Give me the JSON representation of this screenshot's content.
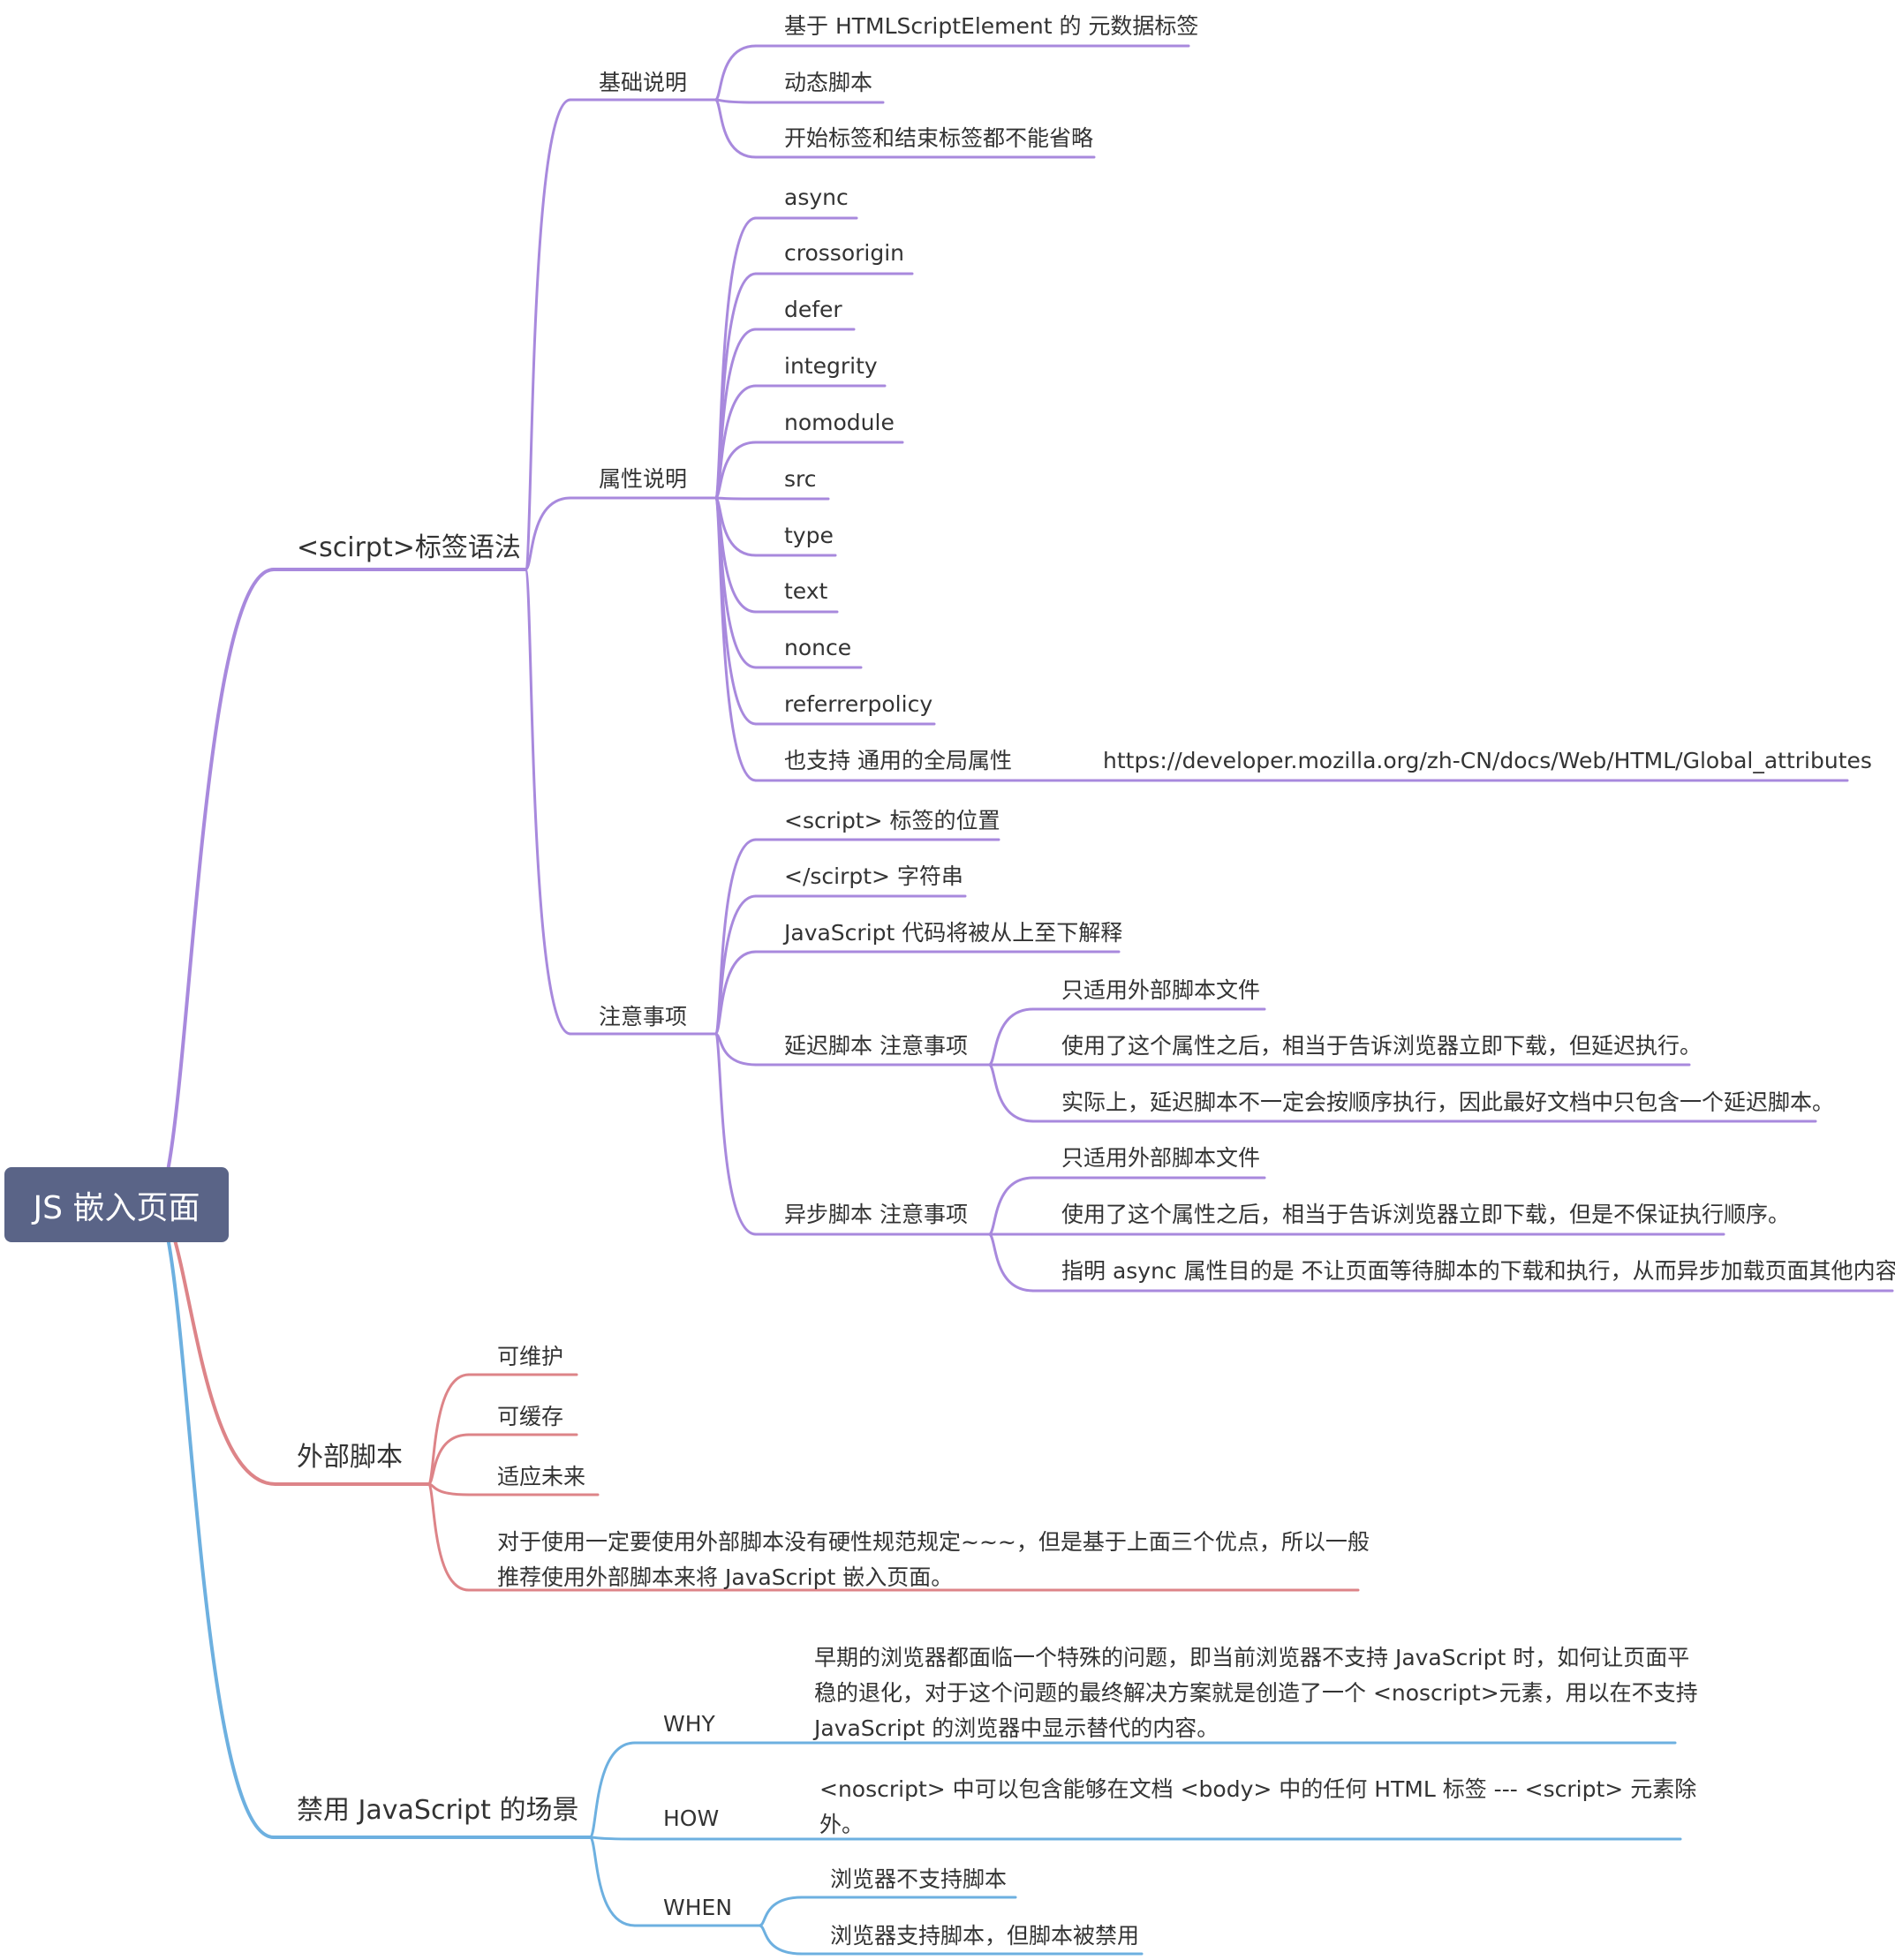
{
  "root": "JS 嵌入页面",
  "colors": {
    "purple": "#a889dd",
    "red": "#dd8488",
    "blue": "#6db0e0",
    "root_bg": "#5a6487"
  },
  "branches": [
    {
      "label": "<scirpt>标签语法",
      "color": "purple",
      "children": [
        {
          "label": "基础说明",
          "children": [
            {
              "label": "基于 HTMLScriptElement 的 元数据标签"
            },
            {
              "label": "动态脚本"
            },
            {
              "label": "开始标签和结束标签都不能省略"
            }
          ]
        },
        {
          "label": "属性说明",
          "children": [
            {
              "label": "async"
            },
            {
              "label": "crossorigin"
            },
            {
              "label": "defer"
            },
            {
              "label": "integrity"
            },
            {
              "label": "nomodule"
            },
            {
              "label": "src"
            },
            {
              "label": "type"
            },
            {
              "label": "text"
            },
            {
              "label": "nonce"
            },
            {
              "label": "referrerpolicy"
            },
            {
              "label": "也支持 通用的全局属性",
              "children": [
                {
                  "label": "https://developer.mozilla.org/zh-CN/docs/Web/HTML/Global_attributes"
                }
              ]
            }
          ]
        },
        {
          "label": "注意事项",
          "children": [
            {
              "label": "<script> 标签的位置"
            },
            {
              "label": "</scirpt> 字符串"
            },
            {
              "label": "JavaScript 代码将被从上至下解释"
            },
            {
              "label": "延迟脚本 注意事项",
              "children": [
                {
                  "label": "只适用外部脚本文件"
                },
                {
                  "label": "使用了这个属性之后，相当于告诉浏览器立即下载，但延迟执行。"
                },
                {
                  "label": "实际上，延迟脚本不一定会按顺序执行，因此最好文档中只包含一个延迟脚本。"
                }
              ]
            },
            {
              "label": "异步脚本 注意事项",
              "children": [
                {
                  "label": "只适用外部脚本文件"
                },
                {
                  "label": "使用了这个属性之后，相当于告诉浏览器立即下载，但是不保证执行顺序。"
                },
                {
                  "label": "指明 async 属性目的是 不让页面等待脚本的下载和执行，从而异步加载页面其他内容。"
                }
              ]
            }
          ]
        }
      ]
    },
    {
      "label": "外部脚本",
      "color": "red",
      "children": [
        {
          "label": "可维护"
        },
        {
          "label": "可缓存"
        },
        {
          "label": "适应未来"
        },
        {
          "label": "对于使用一定要使用外部脚本没有硬性规范规定~~~，但是基于上面三个优点，所以一般\n推荐使用外部脚本来将 JavaScript 嵌入页面。"
        }
      ]
    },
    {
      "label": "禁用 JavaScript 的场景",
      "color": "blue",
      "children": [
        {
          "label": "WHY",
          "children": [
            {
              "label": "早期的浏览器都面临一个特殊的问题，即当前浏览器不支持 JavaScript 时，如何让页面平\n稳的退化，对于这个问题的最终解决方案就是创造了一个 <noscript>元素，用以在不支持\nJavaScript 的浏览器中显示替代的内容。"
            }
          ]
        },
        {
          "label": "HOW",
          "children": [
            {
              "label": "<noscript> 中可以包含能够在文档 <body> 中的任何 HTML 标签 --- <script> 元素除\n外。"
            }
          ]
        },
        {
          "label": "WHEN",
          "children": [
            {
              "label": "浏览器不支持脚本"
            },
            {
              "label": "浏览器支持脚本，但脚本被禁用"
            }
          ]
        }
      ]
    }
  ]
}
